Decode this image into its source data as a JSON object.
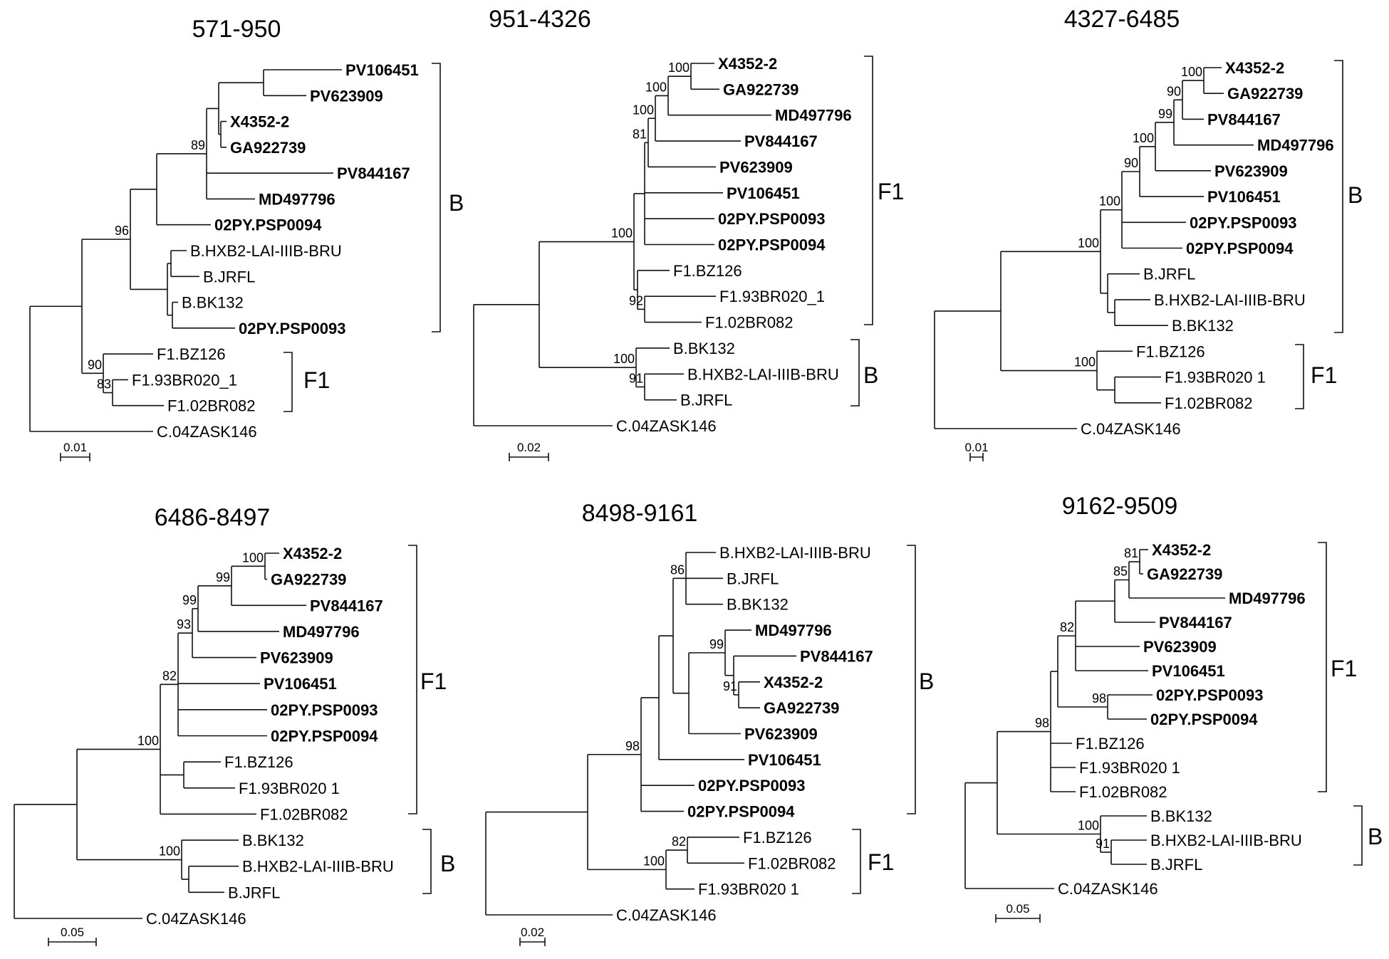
{
  "panels": [
    {
      "title": "571-950",
      "scale": "0.01",
      "leaves": [
        {
          "label": "PV106451",
          "bold": true
        },
        {
          "label": "PV623909",
          "bold": true
        },
        {
          "label": "X4352-2",
          "bold": true
        },
        {
          "label": "GA922739",
          "bold": true
        },
        {
          "label": "PV844167",
          "bold": true
        },
        {
          "label": "MD497796",
          "bold": true
        },
        {
          "label": "02PY.PSP0094",
          "bold": true
        },
        {
          "label": "B.HXB2-LAI-IIIB-BRU",
          "bold": false
        },
        {
          "label": "B.JRFL",
          "bold": false
        },
        {
          "label": "B.BK132",
          "bold": false
        },
        {
          "label": "02PY.PSP0093",
          "bold": true
        },
        {
          "label": "F1.BZ126",
          "bold": false
        },
        {
          "label": "F1.93BR020_1",
          "bold": false
        },
        {
          "label": "F1.02BR082",
          "bold": false
        },
        {
          "label": "C.04ZASK146",
          "bold": false
        }
      ],
      "bootstrap": [
        "89",
        "96",
        "90",
        "83"
      ],
      "clades": [
        "B",
        "F1"
      ]
    },
    {
      "title": "951-4326",
      "scale": "0.02",
      "leaves": [
        {
          "label": "X4352-2",
          "bold": true
        },
        {
          "label": "GA922739",
          "bold": true
        },
        {
          "label": "MD497796",
          "bold": true
        },
        {
          "label": "PV844167",
          "bold": true
        },
        {
          "label": "PV623909",
          "bold": true
        },
        {
          "label": "PV106451",
          "bold": true
        },
        {
          "label": "02PY.PSP0093",
          "bold": true
        },
        {
          "label": "02PY.PSP0094",
          "bold": true
        },
        {
          "label": "F1.BZ126",
          "bold": false
        },
        {
          "label": "F1.93BR020_1",
          "bold": false
        },
        {
          "label": "F1.02BR082",
          "bold": false
        },
        {
          "label": "B.BK132",
          "bold": false
        },
        {
          "label": "B.HXB2-LAI-IIIB-BRU",
          "bold": false
        },
        {
          "label": "B.JRFL",
          "bold": false
        },
        {
          "label": "C.04ZASK146",
          "bold": false
        }
      ],
      "bootstrap": [
        "100",
        "100",
        "100",
        "81",
        "100",
        "92",
        "100",
        "91"
      ],
      "clades": [
        "F1",
        "B"
      ]
    },
    {
      "title": "4327-6485",
      "scale": "0.01",
      "leaves": [
        {
          "label": "X4352-2",
          "bold": true
        },
        {
          "label": "GA922739",
          "bold": true
        },
        {
          "label": "PV844167",
          "bold": true
        },
        {
          "label": "MD497796",
          "bold": true
        },
        {
          "label": "PV623909",
          "bold": true
        },
        {
          "label": "PV106451",
          "bold": true
        },
        {
          "label": "02PY.PSP0093",
          "bold": true
        },
        {
          "label": "02PY.PSP0094",
          "bold": true
        },
        {
          "label": "B.JRFL",
          "bold": false
        },
        {
          "label": "B.HXB2-LAI-IIIB-BRU",
          "bold": false
        },
        {
          "label": "B.BK132",
          "bold": false
        },
        {
          "label": "F1.BZ126",
          "bold": false
        },
        {
          "label": "F1.93BR020 1",
          "bold": false
        },
        {
          "label": "F1.02BR082",
          "bold": false
        },
        {
          "label": "C.04ZASK146",
          "bold": false
        }
      ],
      "bootstrap": [
        "100",
        "90",
        "99",
        "100",
        "90",
        "100",
        "100",
        "100"
      ],
      "clades": [
        "B",
        "F1"
      ]
    },
    {
      "title": "6486-8497",
      "scale": "0.05",
      "leaves": [
        {
          "label": "X4352-2",
          "bold": true
        },
        {
          "label": "GA922739",
          "bold": true
        },
        {
          "label": "PV844167",
          "bold": true
        },
        {
          "label": "MD497796",
          "bold": true
        },
        {
          "label": "PV623909",
          "bold": true
        },
        {
          "label": "PV106451",
          "bold": true
        },
        {
          "label": "02PY.PSP0093",
          "bold": true
        },
        {
          "label": "02PY.PSP0094",
          "bold": true
        },
        {
          "label": "F1.BZ126",
          "bold": false
        },
        {
          "label": "F1.93BR020 1",
          "bold": false
        },
        {
          "label": "F1.02BR082",
          "bold": false
        },
        {
          "label": "B.BK132",
          "bold": false
        },
        {
          "label": "B.HXB2-LAI-IIIB-BRU",
          "bold": false
        },
        {
          "label": "B.JRFL",
          "bold": false
        },
        {
          "label": "C.04ZASK146",
          "bold": false
        }
      ],
      "bootstrap": [
        "100",
        "99",
        "99",
        "93",
        "82",
        "100",
        "100"
      ],
      "clades": [
        "F1",
        "B"
      ]
    },
    {
      "title": "8498-9161",
      "scale": "0.02",
      "leaves": [
        {
          "label": "B.HXB2-LAI-IIIB-BRU",
          "bold": false
        },
        {
          "label": "B.JRFL",
          "bold": false
        },
        {
          "label": "B.BK132",
          "bold": false
        },
        {
          "label": "MD497796",
          "bold": true
        },
        {
          "label": "PV844167",
          "bold": true
        },
        {
          "label": "X4352-2",
          "bold": true
        },
        {
          "label": "GA922739",
          "bold": true
        },
        {
          "label": "PV623909",
          "bold": true
        },
        {
          "label": "PV106451",
          "bold": true
        },
        {
          "label": "02PY.PSP0093",
          "bold": true
        },
        {
          "label": "02PY.PSP0094",
          "bold": true
        },
        {
          "label": "F1.BZ126",
          "bold": false
        },
        {
          "label": "F1.02BR082",
          "bold": false
        },
        {
          "label": "F1.93BR020 1",
          "bold": false
        },
        {
          "label": "C.04ZASK146",
          "bold": false
        }
      ],
      "bootstrap": [
        "86",
        "99",
        "91",
        "98",
        "82",
        "100"
      ],
      "clades": [
        "B",
        "F1"
      ]
    },
    {
      "title": "9162-9509",
      "scale": "0.05",
      "leaves": [
        {
          "label": "X4352-2",
          "bold": true
        },
        {
          "label": "GA922739",
          "bold": true
        },
        {
          "label": "MD497796",
          "bold": true
        },
        {
          "label": "PV844167",
          "bold": true
        },
        {
          "label": "PV623909",
          "bold": true
        },
        {
          "label": "PV106451",
          "bold": true
        },
        {
          "label": "02PY.PSP0093",
          "bold": true
        },
        {
          "label": "02PY.PSP0094",
          "bold": true
        },
        {
          "label": "F1.BZ126",
          "bold": false
        },
        {
          "label": "F1.93BR020 1",
          "bold": false
        },
        {
          "label": "F1.02BR082",
          "bold": false
        },
        {
          "label": "B.BK132",
          "bold": false
        },
        {
          "label": "B.HXB2-LAI-IIIB-BRU",
          "bold": false
        },
        {
          "label": "B.JRFL",
          "bold": false
        },
        {
          "label": "C.04ZASK146",
          "bold": false
        }
      ],
      "bootstrap": [
        "81",
        "85",
        "82",
        "98",
        "98",
        "100",
        "91"
      ],
      "clades": [
        "F1",
        "B"
      ]
    }
  ]
}
